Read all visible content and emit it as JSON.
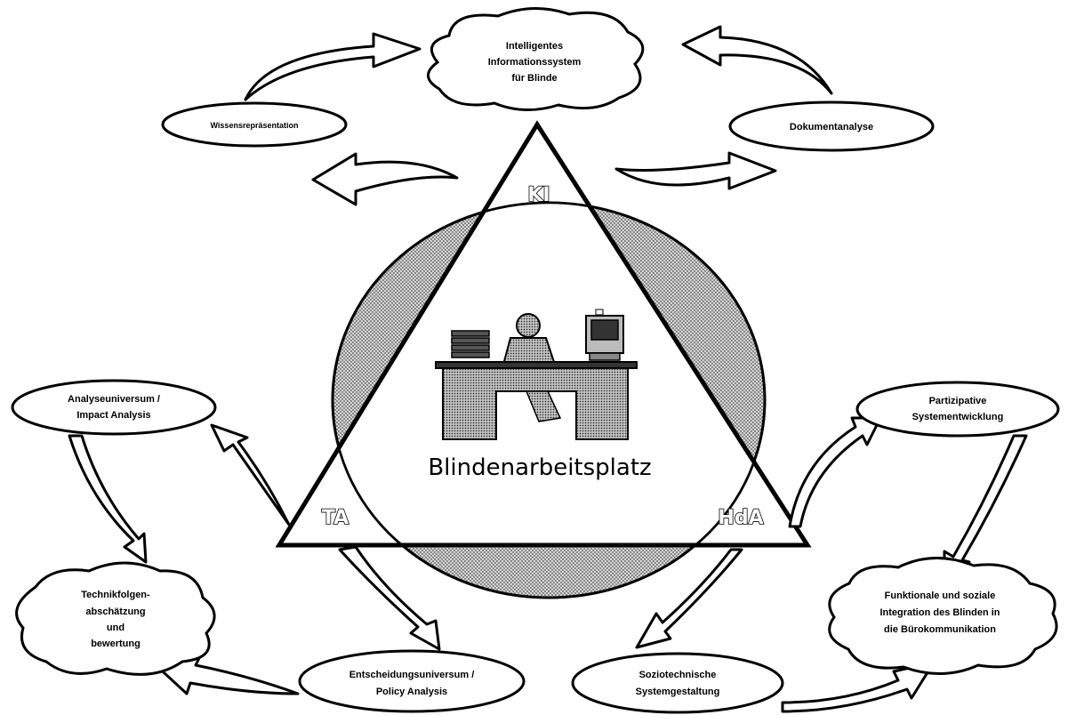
{
  "center": {
    "title": "Blindenarbeitsplatz"
  },
  "corners": {
    "top": "KI",
    "left": "TA",
    "right": "HdA"
  },
  "nodes": {
    "intelligentes": [
      "Intelligentes",
      "Informationssystem",
      "für Blinde"
    ],
    "wissens": "Wissensrepräsentation",
    "dokument": "Dokumentanalyse",
    "analyse": [
      "Analyseuniversum /",
      "Impact Analysis"
    ],
    "technik": [
      "Technikfolgen-",
      "abschätzung",
      "und",
      "bewertung"
    ],
    "entscheidung": [
      "Entscheidungsuniversum /",
      "Policy Analysis"
    ],
    "partizipative": [
      "Partizipative",
      "Systementwicklung"
    ],
    "funktionale": [
      "Funktionale und soziale",
      "Integration des Blinden in",
      "die Bürokommunikation"
    ],
    "sozio": [
      "Soziotechnische",
      "Systemgestaltung"
    ]
  },
  "colors": {
    "stroke": "#000000",
    "stipple": "#bdbdbd",
    "background": "#ffffff"
  }
}
